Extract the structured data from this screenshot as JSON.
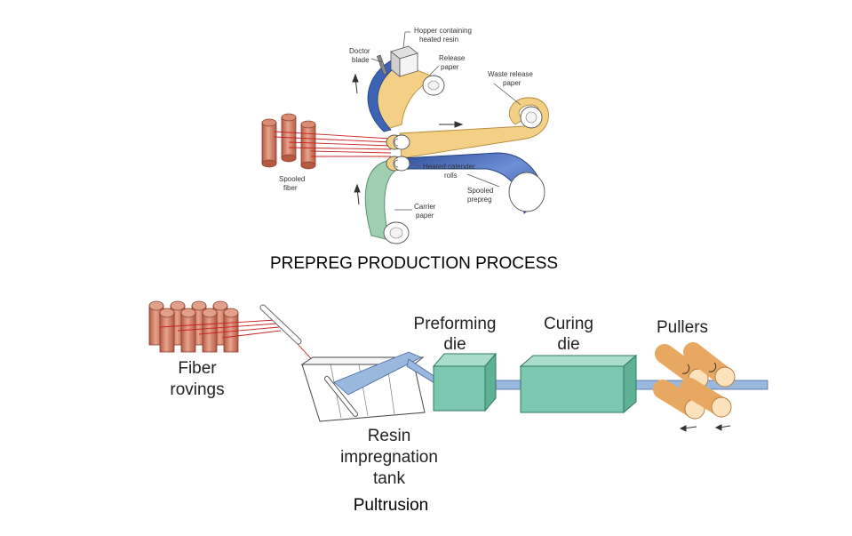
{
  "prepreg": {
    "caption": "PREPREG PRODUCTION PROCESS",
    "labels": {
      "hopper_line1": "Hopper containing",
      "hopper_line2": "heated resin",
      "doctor_line1": "Doctor",
      "doctor_line2": "blade",
      "release_line1": "Release",
      "release_line2": "paper",
      "waste_line1": "Waste release",
      "waste_line2": "paper",
      "spooled_fiber_line1": "Spooled",
      "spooled_fiber_line2": "fiber",
      "calender_line1": "Heated calender",
      "calender_line2": "rolls",
      "spooled_prepreg_line1": "Spooled",
      "spooled_prepreg_line2": "prepreg",
      "carrier_line1": "Carrier",
      "carrier_line2": "paper"
    }
  },
  "pultrusion": {
    "caption": "Pultrusion",
    "labels": {
      "fiber_line1": "Fiber",
      "fiber_line2": "rovings",
      "resin_line1": "Resin",
      "resin_line2": "impregnation",
      "resin_line3": "tank",
      "preform_line1": "Preforming",
      "preform_line2": "die",
      "curing_line1": "Curing",
      "curing_line2": "die",
      "pullers": "Pullers"
    }
  },
  "colors": {
    "fiber": "#c8735a",
    "resin_paper": "#f4cf86",
    "carrier": "#9fcfb0",
    "prepreg": "#3d63b5",
    "die": "#7cc7b0",
    "bar": "#9ab7de",
    "roller": "#f2c28a",
    "strand": "#cc2222"
  }
}
